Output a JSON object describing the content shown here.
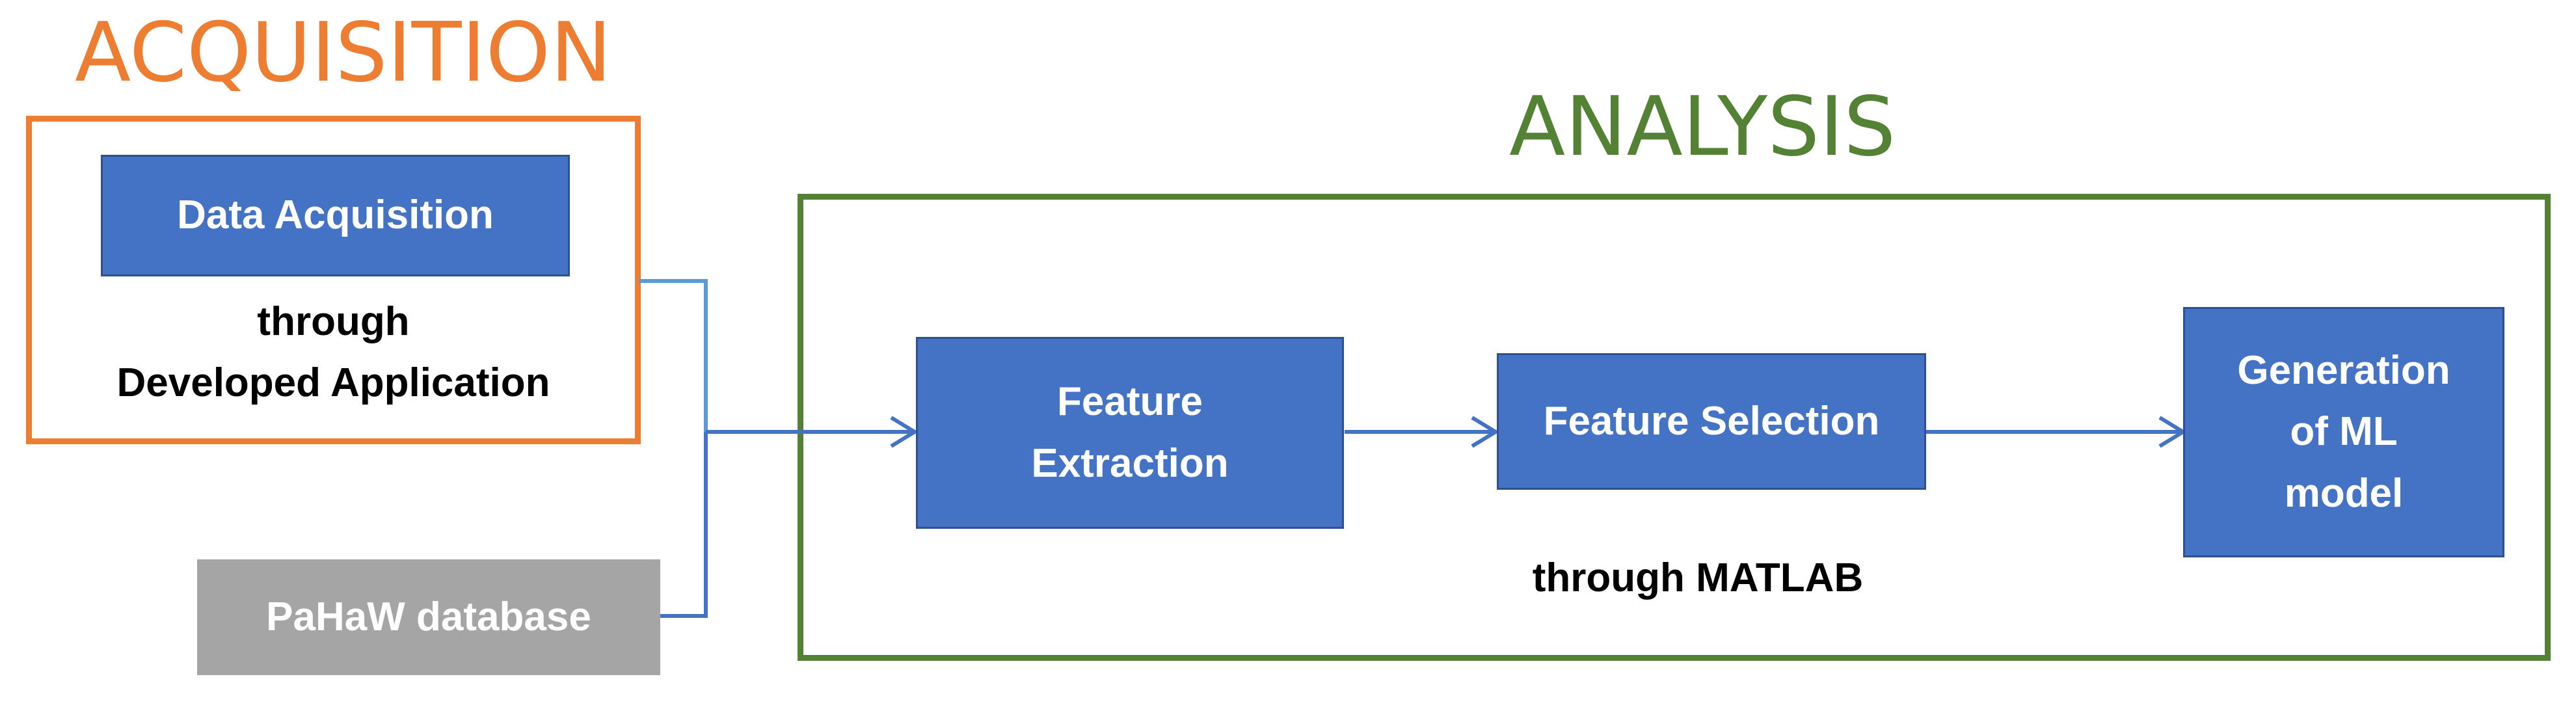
{
  "acquisition": {
    "title": "ACQUISITION",
    "color": "#ED7D31",
    "data_acquisition_label": "Data Acquisition",
    "caption": "through\nDeveloped Application",
    "database_label": "PaHaW database"
  },
  "analysis": {
    "title": "ANALYSIS",
    "color": "#548235",
    "feature_extraction_label": "Feature\nExtraction",
    "feature_selection_label": "Feature Selection",
    "ml_model_label": "Generation\nof ML\nmodel",
    "caption": "through MATLAB"
  },
  "colors": {
    "node_fill": "#4472C4",
    "node_border": "#2F528F",
    "database_fill": "#A5A5A5",
    "connector": "#4472C4",
    "connector_light": "#5B9BD5"
  }
}
